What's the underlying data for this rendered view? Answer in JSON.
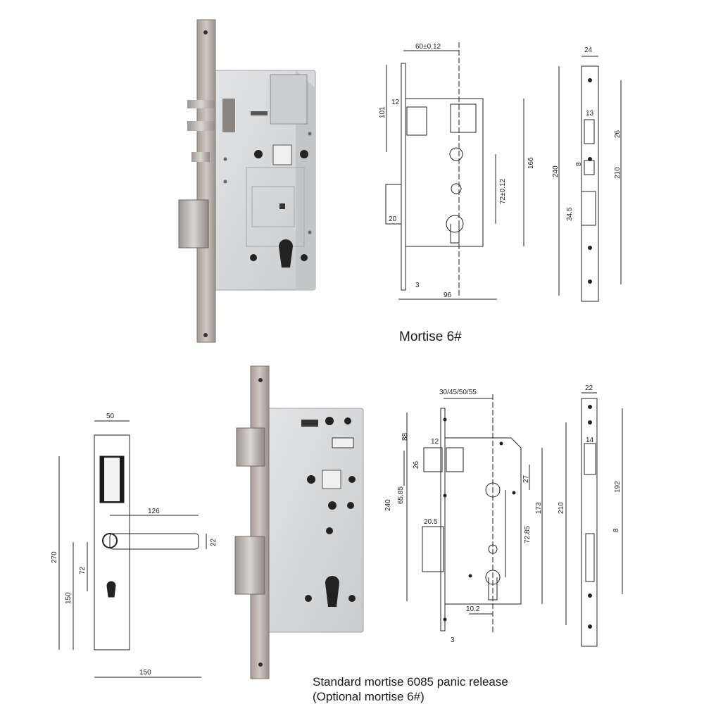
{
  "captions": {
    "top": "Mortise 6#",
    "bottom_line1": "Standard mortise 6085 panic release",
    "bottom_line2": "(Optional mortise 6#)"
  },
  "top_front_drawing": {
    "width_backset": "60±0.12",
    "d101": "101",
    "d12": "12",
    "d166": "166",
    "d72": "72±0.12",
    "d20": "20",
    "d3": "3",
    "d96": "96"
  },
  "top_side_drawing": {
    "d24": "24",
    "d13": "13",
    "d26": "26",
    "d8": "8",
    "d240": "240",
    "d210": "210",
    "d34_5": "34.5"
  },
  "handle_drawing": {
    "d50": "50",
    "d126": "126",
    "d22": "22",
    "d270": "270",
    "d150v": "150",
    "d72": "72",
    "d150h": "150"
  },
  "bottom_front_drawing": {
    "backsets": "30/45/50/55",
    "d88": "88",
    "d12": "12",
    "d26": "26",
    "d65_85": "65.85",
    "d240": "240",
    "d27": "27",
    "d173": "173",
    "d20_5": "20.5",
    "d72_85": "72.85",
    "d10_2": "10.2",
    "d3": "3"
  },
  "bottom_side_drawing": {
    "d22": "22",
    "d14": "14",
    "d192": "192",
    "d210": "210",
    "d8": "8"
  },
  "colors": {
    "case": "#d8dadc",
    "faceplate": "#b9b3ad",
    "line": "#222222"
  }
}
